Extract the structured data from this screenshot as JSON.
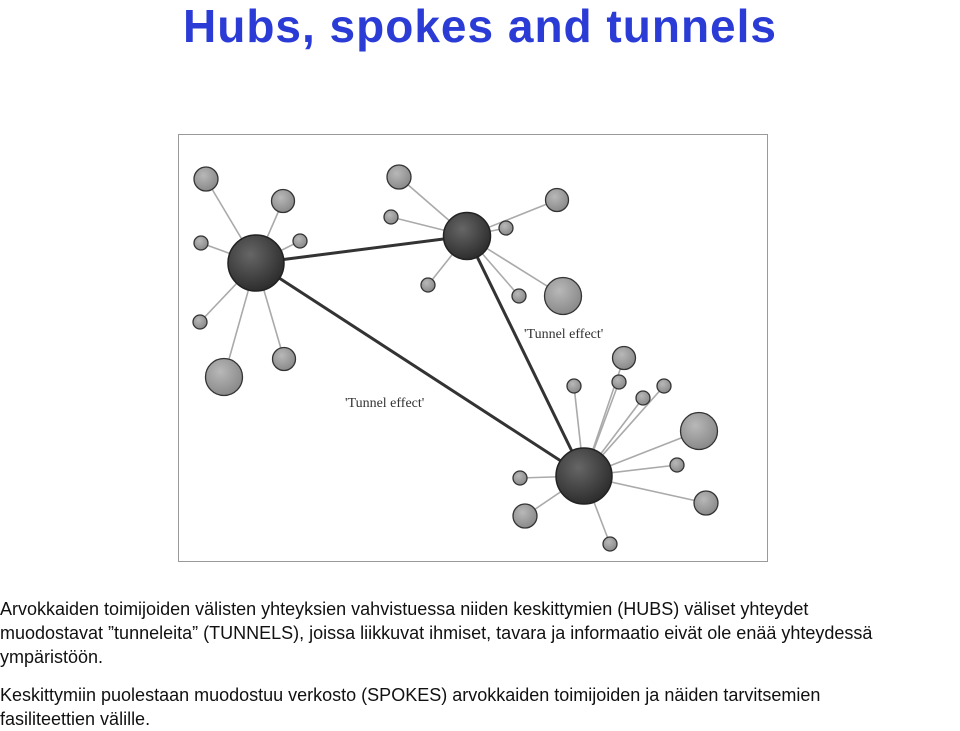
{
  "title": "Hubs, spokes and tunnels",
  "diagram": {
    "tunnel_labels": [
      "'Tunnel effect'",
      "'Tunnel effect'"
    ]
  },
  "text": {
    "paragraph1_line1": "Arvokkaiden toimijoiden välisten yhteyksien vahvistuessa niiden keskittymien (HUBS) väliset yhteydet",
    "paragraph1_line2": "muodostavat ”tunneleita” (TUNNELS), joissa liikkuvat ihmiset, tavara ja informaatio eivät ole enää yhteydessä",
    "paragraph1_line3": "ympäristöön.",
    "paragraph2_line1": "Keskittymiin puolestaan muodostuu verkosto (SPOKES) arvokkaiden toimijoiden ja näiden tarvitsemien",
    "paragraph2_line2": "fasiliteettien välille."
  },
  "colors": {
    "title": "#2b3bd6",
    "hub": "#3a3a3a",
    "spoke": "#9a9a9a"
  }
}
